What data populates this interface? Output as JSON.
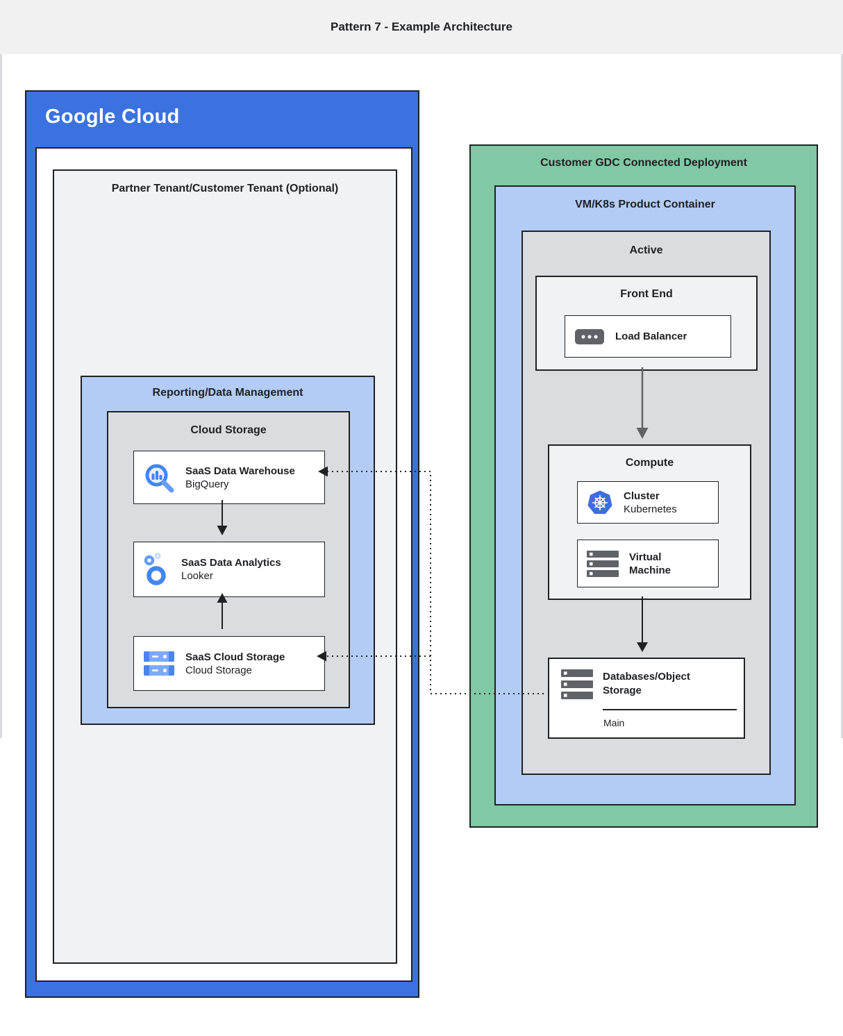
{
  "header": {
    "title": "Pattern 7 - Example Architecture"
  },
  "google_cloud": {
    "logo": "Google Cloud",
    "tenant_title": "Partner Tenant/Customer Tenant (Optional)",
    "reporting": {
      "title": "Reporting/Data Management",
      "group_title": "Cloud Storage",
      "items": [
        {
          "title": "SaaS Data Warehouse",
          "subtitle": "BigQuery",
          "icon": "bigquery-icon"
        },
        {
          "title": "SaaS Data Analytics",
          "subtitle": "Looker",
          "icon": "looker-icon"
        },
        {
          "title": "SaaS Cloud Storage",
          "subtitle": "Cloud Storage",
          "icon": "cloud-storage-icon"
        }
      ]
    }
  },
  "gdc": {
    "title": "Customer GDC Connected Deployment",
    "container_title": "VM/K8s Product Container",
    "active_title": "Active",
    "front_end": {
      "title": "Front End",
      "load_balancer": "Load Balancer",
      "icon": "load-balancer-icon"
    },
    "compute": {
      "title": "Compute",
      "cluster": {
        "title": "Cluster",
        "subtitle": "Kubernetes",
        "icon": "kubernetes-icon"
      },
      "vm": {
        "title": "Virtual Machine",
        "icon": "virtual-machine-icon"
      }
    },
    "databases": {
      "title": "Databases/Object Storage",
      "footer": "Main",
      "icon": "storage-stack-icon"
    }
  },
  "colors": {
    "google_blue": "#3B72DF",
    "light_blue_panel": "#B3CCF5",
    "green_panel": "#81C8A5",
    "gray_panel": "#DBDCE0",
    "light_gray_panel": "#F1F2F4",
    "border": "#202124",
    "icon_blue": "#4285F4",
    "icon_light_blue": "#7BAAF7",
    "icon_gray": "#5F6368",
    "kubernetes_blue": "#3D6DE4"
  }
}
